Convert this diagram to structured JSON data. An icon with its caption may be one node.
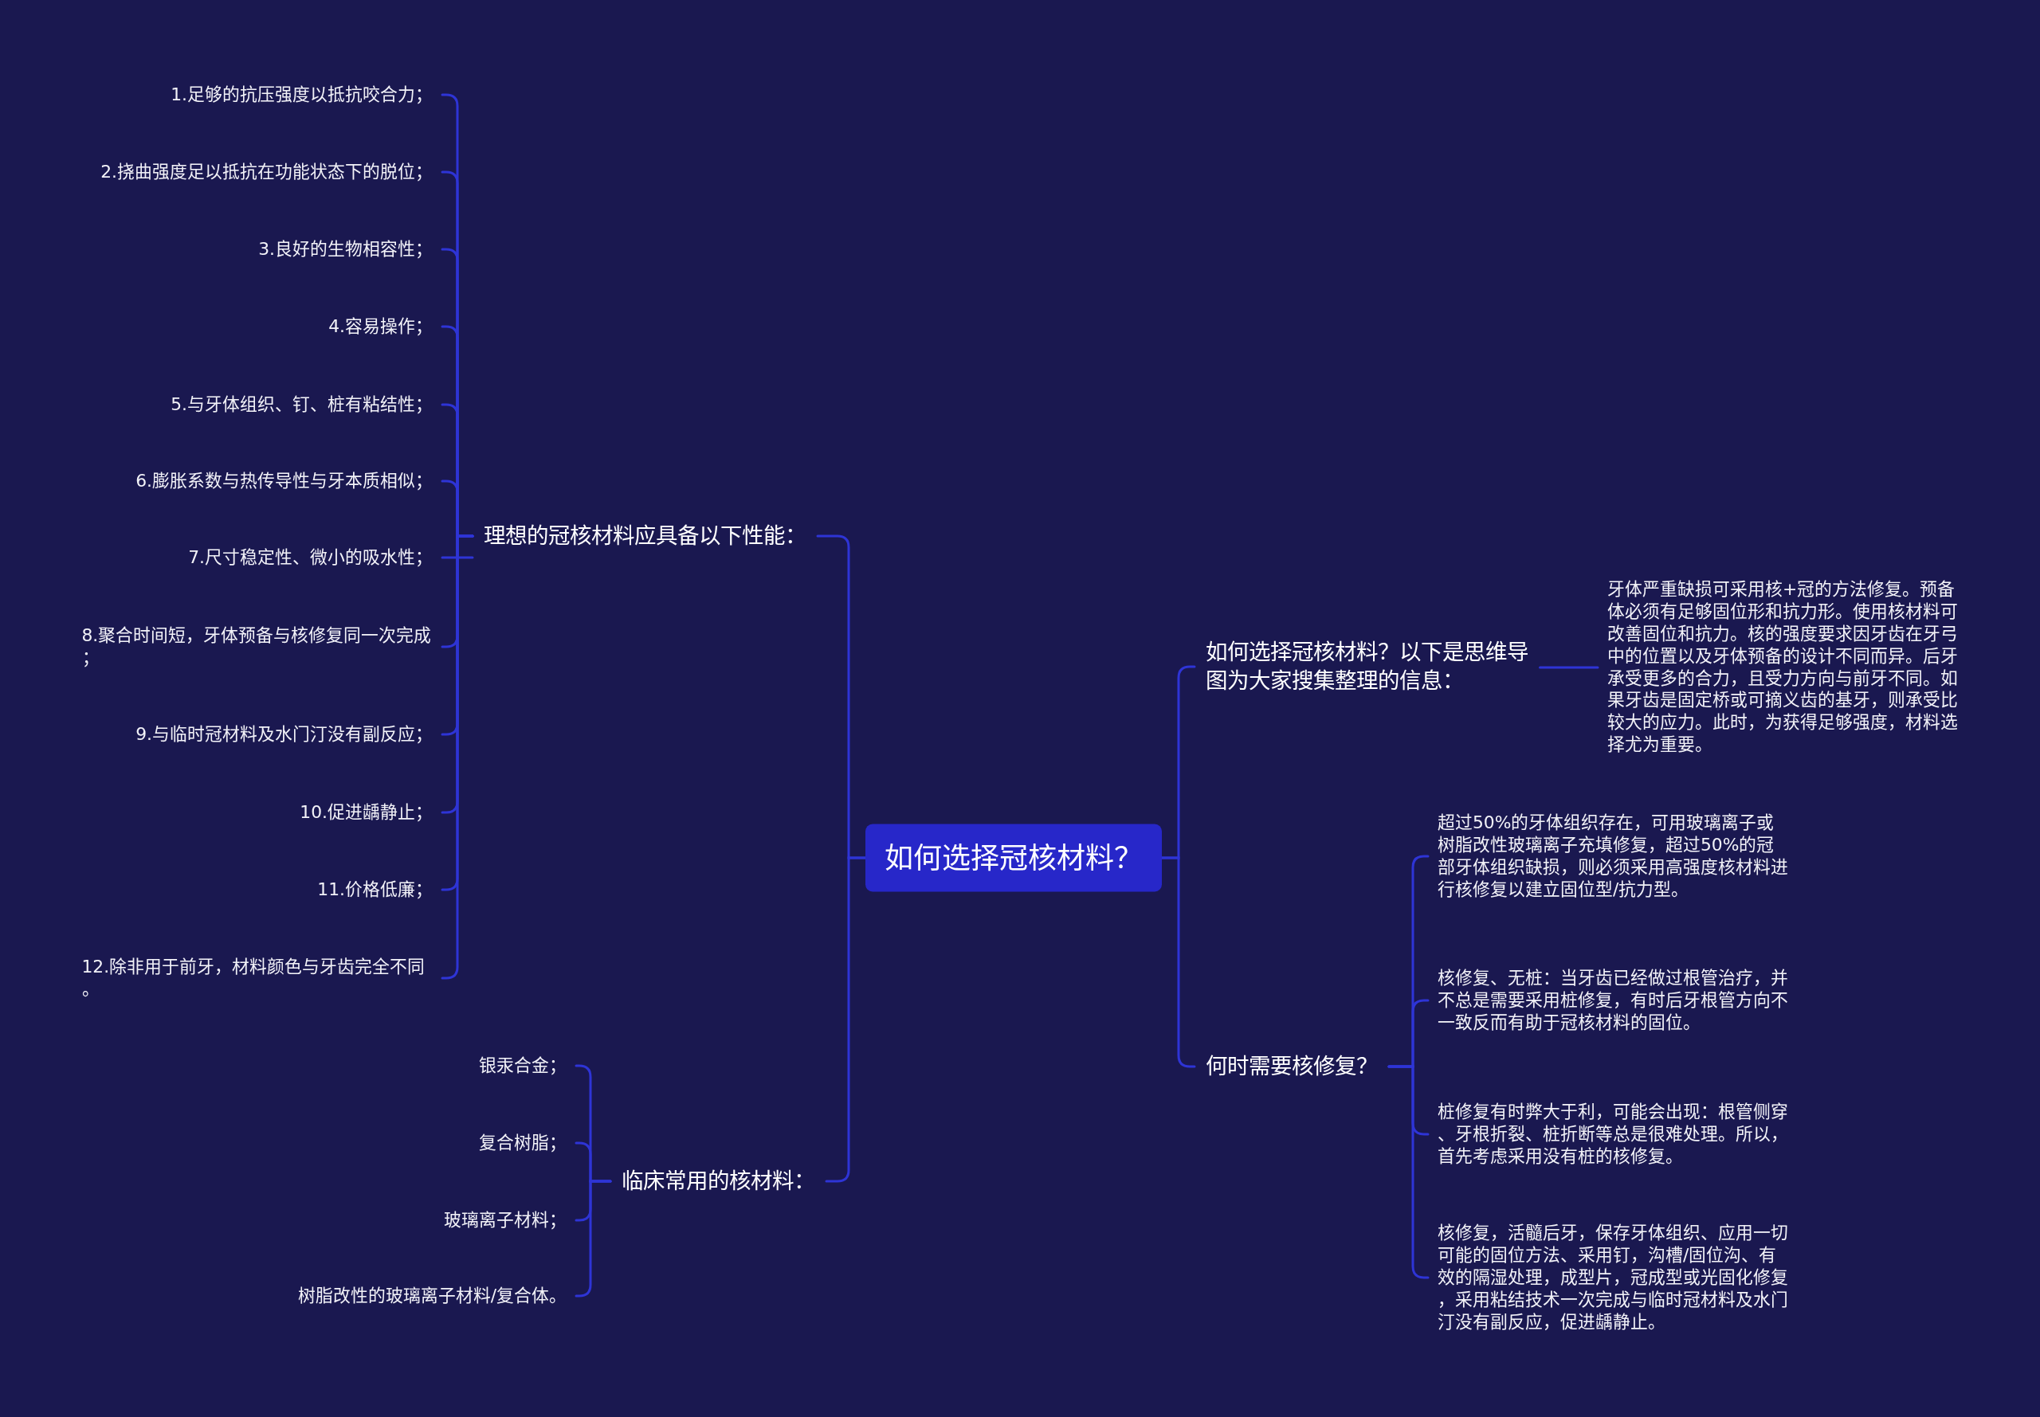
{
  "diagram": {
    "nodes": [
      {
        "text": [
          "如何选择冠核材料？"
        ]
      },
      {
        "text": [
          "理想的冠核材料应具备以下性能："
        ]
      },
      {
        "text": [
          "1.足够的抗压强度以抵抗咬合力；"
        ]
      },
      {
        "text": [
          "2.挠曲强度足以抵抗在功能状态下的脱位；"
        ]
      },
      {
        "text": [
          "3.良好的生物相容性；"
        ]
      },
      {
        "text": [
          "4.容易操作；"
        ]
      },
      {
        "text": [
          "5.与牙体组织、钉、桩有粘结性；"
        ]
      },
      {
        "text": [
          "6.膨胀系数与热传导性与牙本质相似；"
        ]
      },
      {
        "text": [
          "7.尺寸稳定性、微小的吸水性；"
        ]
      },
      {
        "text": [
          "8.聚合时间短，牙体预备与核修复同一次完成；"
        ]
      },
      {
        "text": [
          "9.与临时冠材料及水门汀没有副反应；"
        ]
      },
      {
        "text": [
          "10.促进龋静止；"
        ]
      },
      {
        "text": [
          "11.价格低廉；"
        ]
      },
      {
        "text": [
          "12.除非用于前牙，材料颜色与牙齿完全不同。"
        ]
      },
      {
        "text": [
          "临床常用的核材料："
        ]
      },
      {
        "text": [
          "银汞合金；"
        ]
      },
      {
        "text": [
          "复合树脂；"
        ]
      },
      {
        "text": [
          "玻璃离子材料；"
        ]
      },
      {
        "text": [
          "树脂改性的玻璃离子材料/复合体。"
        ]
      },
      {
        "text": [
          "如何选择冠核材料？以下是思维导图为大家搜集整理的信息："
        ]
      },
      {
        "text": [
          "牙体严重缺损可采用核+冠的方法修复。预备体必须有足够固位形和抗力形。使用核材料可改善固位和抗力。核的强度要求因牙齿在牙弓中的位置以及牙体预备的设计不同而异。后牙承受更多的合力，且受力方向与前牙不同。如果牙齿是固定桥或可摘义齿的基牙，则承受比较大的应力。此时，为获得足够强度，材料选择尤为重要。"
        ]
      },
      {
        "text": [
          "何时需要核修复？"
        ]
      },
      {
        "text": [
          "超过50%的牙体组织存在，可用玻璃离子或树脂改性玻璃离子充填修复，超过50%的冠部牙体组织缺损，则必须采用高强度核材料进行核修复以建立固位型/抗力型。"
        ]
      },
      {
        "text": [
          "核修复、无桩：当牙齿已经做过根管治疗，并不总是需要采用桩修复，有时后牙根管方向不一致反而有助于冠核材料的固位。"
        ]
      },
      {
        "text": [
          "桩修复有时弊大于利，可能会出现：根管侧穿、牙根折裂、桩折断等总是很难处理。所以，首先考虑采用没有桩的核修复。"
        ]
      },
      {
        "text": [
          "核修复，活髓后牙，保存牙体组织、应用一切可能的固位方法、采用钉，沟槽/固位沟、有效的隔湿处理，成型片，冠成型或光固化修复，采用粘结技术一次完成与临时冠材料及水门汀没有副反应，促进龋静止。"
        ]
      }
    ],
    "edges": [
      {
        "from": 0,
        "to": 1,
        "arrow": "none"
      },
      {
        "from": 1,
        "to": 2,
        "arrow": "none"
      },
      {
        "from": 1,
        "to": 3,
        "arrow": "none"
      },
      {
        "from": 1,
        "to": 4,
        "arrow": "none"
      },
      {
        "from": 1,
        "to": 5,
        "arrow": "none"
      },
      {
        "from": 1,
        "to": 6,
        "arrow": "none"
      },
      {
        "from": 1,
        "to": 7,
        "arrow": "none"
      },
      {
        "from": 1,
        "to": 8,
        "arrow": "none"
      },
      {
        "from": 1,
        "to": 9,
        "arrow": "none"
      },
      {
        "from": 1,
        "to": 10,
        "arrow": "none"
      },
      {
        "from": 1,
        "to": 11,
        "arrow": "none"
      },
      {
        "from": 1,
        "to": 12,
        "arrow": "none"
      },
      {
        "from": 1,
        "to": 13,
        "arrow": "none"
      },
      {
        "from": 0,
        "to": 14,
        "arrow": "none"
      },
      {
        "from": 14,
        "to": 15,
        "arrow": "none"
      },
      {
        "from": 14,
        "to": 16,
        "arrow": "none"
      },
      {
        "from": 14,
        "to": 17,
        "arrow": "none"
      },
      {
        "from": 14,
        "to": 18,
        "arrow": "none"
      },
      {
        "from": 0,
        "to": 19,
        "arrow": "none"
      },
      {
        "from": 19,
        "to": 20,
        "arrow": "none"
      },
      {
        "from": 0,
        "to": 21,
        "arrow": "none"
      },
      {
        "from": 21,
        "to": 22,
        "arrow": "none"
      },
      {
        "from": 21,
        "to": 23,
        "arrow": "none"
      },
      {
        "from": 21,
        "to": 24,
        "arrow": "none"
      },
      {
        "from": 21,
        "to": 25,
        "arrow": "none"
      }
    ]
  }
}
